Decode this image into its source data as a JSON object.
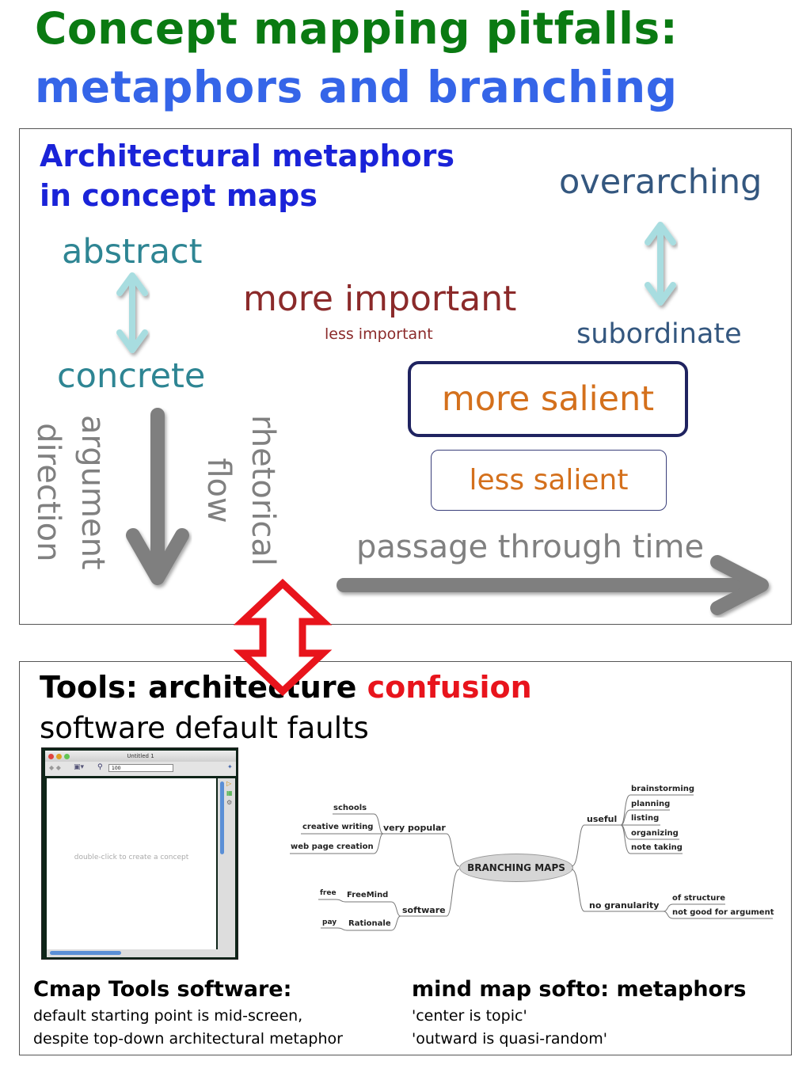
{
  "title": {
    "line1": "Concept mapping pitfalls:",
    "line2": "metaphors and branching"
  },
  "panel1": {
    "heading_line1": "Architectural metaphors",
    "heading_line2": "in concept maps",
    "overarching": "overarching",
    "subordinate": "subordinate",
    "abstract": "abstract",
    "concrete": "concrete",
    "more_important": "more important",
    "less_important": "less important",
    "more_salient": "more salient",
    "less_salient": "less salient",
    "argument_line1": "argument",
    "argument_line2": "direction",
    "rhetorical_line1": "rhetorical",
    "rhetorical_line2": "flow",
    "passage": "passage through time"
  },
  "colors": {
    "title_green": "#0a7a12",
    "title_blue": "#3565e8",
    "heading_blue": "#1a23d8",
    "hierarchy_blue": "#34577f",
    "abstraction_teal": "#2e8593",
    "importance_red": "#8b2a2a",
    "salience_orange": "#d4701c",
    "flow_gray": "#808080",
    "confusion_red": "#e8141c",
    "light_arrow": "#a8dde0"
  },
  "panel2": {
    "heading_main": "Tools: architecture ",
    "heading_red": "confusion",
    "subheading": "software default faults",
    "cmap": {
      "window_title": "Untitled 1",
      "zoom_value": "100",
      "canvas_hint": "double-click to create a concept"
    },
    "mindmap": {
      "center": "BRANCHING MAPS",
      "very_popular": "very popular",
      "schools": "schools",
      "creative_writing": "creative writing",
      "web_page_creation": "web page creation",
      "software": "software",
      "freemind": "FreeMind",
      "rationale": "Rationale",
      "free": "free",
      "pay": "pay",
      "useful": "useful",
      "brainstorming": "brainstorming",
      "planning": "planning",
      "listing": "listing",
      "organizing": "organizing",
      "note_taking": "note taking",
      "no_granularity": "no granularity",
      "of_structure": "of structure",
      "not_good": "not good for argument"
    },
    "caption_left": {
      "title": "Cmap Tools software:",
      "line1": "default starting point is mid-screen,",
      "line2": "despite top-down architectural metaphor"
    },
    "caption_right": {
      "title": "mind map softo: metaphors",
      "line1": "'center is topic'",
      "line2": "'outward is quasi-random'"
    }
  }
}
